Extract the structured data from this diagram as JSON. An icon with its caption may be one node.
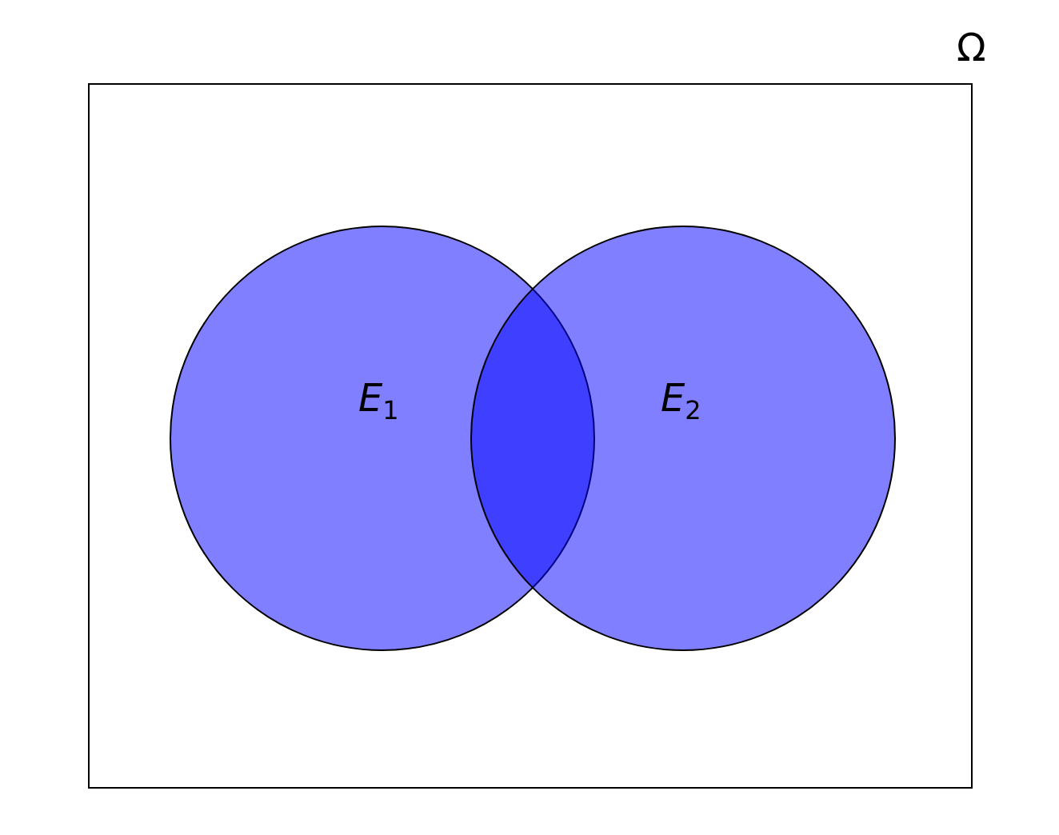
{
  "diagram": {
    "nodes": [
      {
        "text": [
          "Ω"
        ]
      },
      {
        "text": [
          "*E*$_{1}$"
        ],
        "in": 0
      },
      {
        "text": [
          "*E*$_{2}$"
        ],
        "in": 0
      }
    ]
  }
}
